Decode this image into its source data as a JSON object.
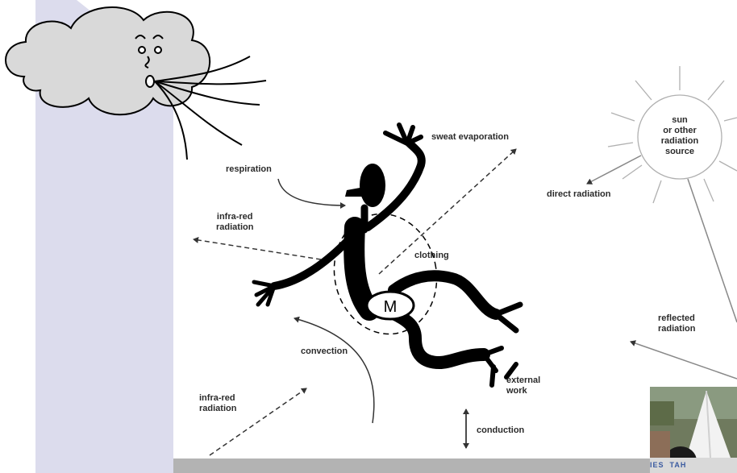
{
  "labels": {
    "sweat": "sweat evaporation",
    "respiration": "respiration",
    "infrared_top": "infra-red\nradiation",
    "clothing": "clothing",
    "metabolism": "M",
    "convection": "convection",
    "external_work": "external\nwork",
    "infrared_bottom": "infra-red\nradiation",
    "conduction": "conduction",
    "direct_radiation": "direct radiation",
    "sun": "sun\nor other\nradiation\nsource",
    "reflected": "reflected\nradiation"
  },
  "photo": {
    "sign_text": "IES  TAH"
  },
  "colors": {
    "panel": "#dcdced",
    "figure": "#000000",
    "cloud": "#d9d9d9",
    "ground": "#b3b3b3",
    "label": "#2b2b2b"
  }
}
